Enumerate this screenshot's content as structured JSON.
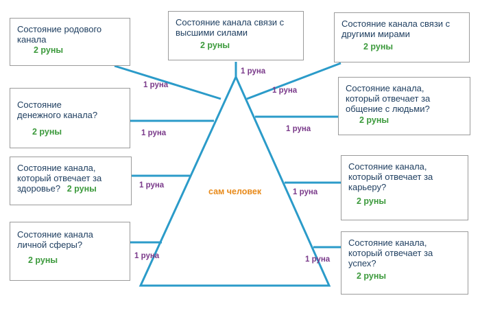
{
  "colors": {
    "line": "#2b9bc9",
    "box_border": "#9a9a9a",
    "box_text": "#1c3c5e",
    "runes": "#3c9a3c",
    "link": "#7a3a8a",
    "center": "#e88a1a"
  },
  "center_label": "сам человек",
  "boxes": [
    {
      "title": "Состояние родового\nканала",
      "runes": "2 руны"
    },
    {
      "title": "Состояние канала связи с\nвысшими силами",
      "runes": "2 руны"
    },
    {
      "title": "Состояние канала связи с\nдругими мирами",
      "runes": "2 руны"
    },
    {
      "title": "Состояние\nденежного канала?",
      "runes": "2 руны"
    },
    {
      "title": "Состояние канала,\nкоторый отвечает за\nобщение с людьми?",
      "runes": "2 руны"
    },
    {
      "title": "Состояние канала,\nкоторый отвечает за\nздоровье?",
      "runes": "2 руны"
    },
    {
      "title": "Состояние канала,\nкоторый отвечает за\nкарьеру?",
      "runes": "2 руны"
    },
    {
      "title": "Состояние канала\nличной сферы?",
      "runes": "2 руны"
    },
    {
      "title": "Состояние канала,\nкоторый отвечает за\nуспех?",
      "runes": "2 руны"
    }
  ],
  "connections": [
    "1 руна",
    "1 руна",
    "1 руна",
    "1 руна",
    "1 руна",
    "1 руна",
    "1 руна",
    "1 руна",
    "1 руна"
  ]
}
